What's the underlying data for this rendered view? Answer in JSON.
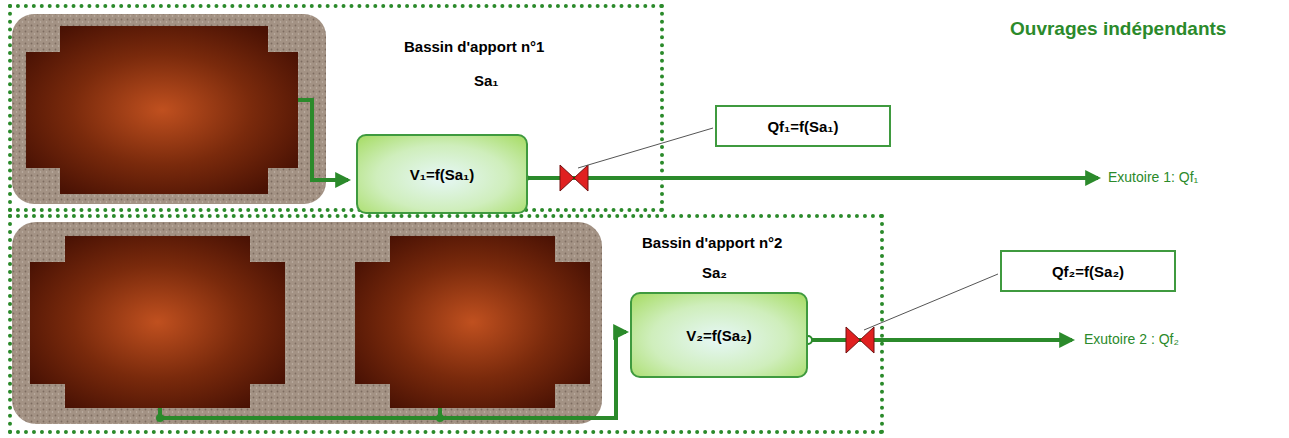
{
  "diagram": {
    "title": "Ouvrages indépendants",
    "nodes": [
      {
        "text": [
          "Bassin d'apport n°1",
          "Sa₁"
        ]
      },
      {
        "text": [
          "V₁=f(Sa₁)"
        ],
        "in": 0
      },
      {
        "text": [
          "Qf₁=f(Sa₁)"
        ]
      },
      {
        "text": [
          "Bassin d'apport n°2",
          "Sa₂"
        ]
      },
      {
        "text": [
          "V₂=f(Sa₂)"
        ],
        "in": 3
      },
      {
        "text": [
          "Qf₂=f(Sa₂)"
        ]
      }
    ],
    "labels": [
      "Exutoire 1: Qf₁",
      "Exutoire 2 : Qf₂"
    ]
  }
}
